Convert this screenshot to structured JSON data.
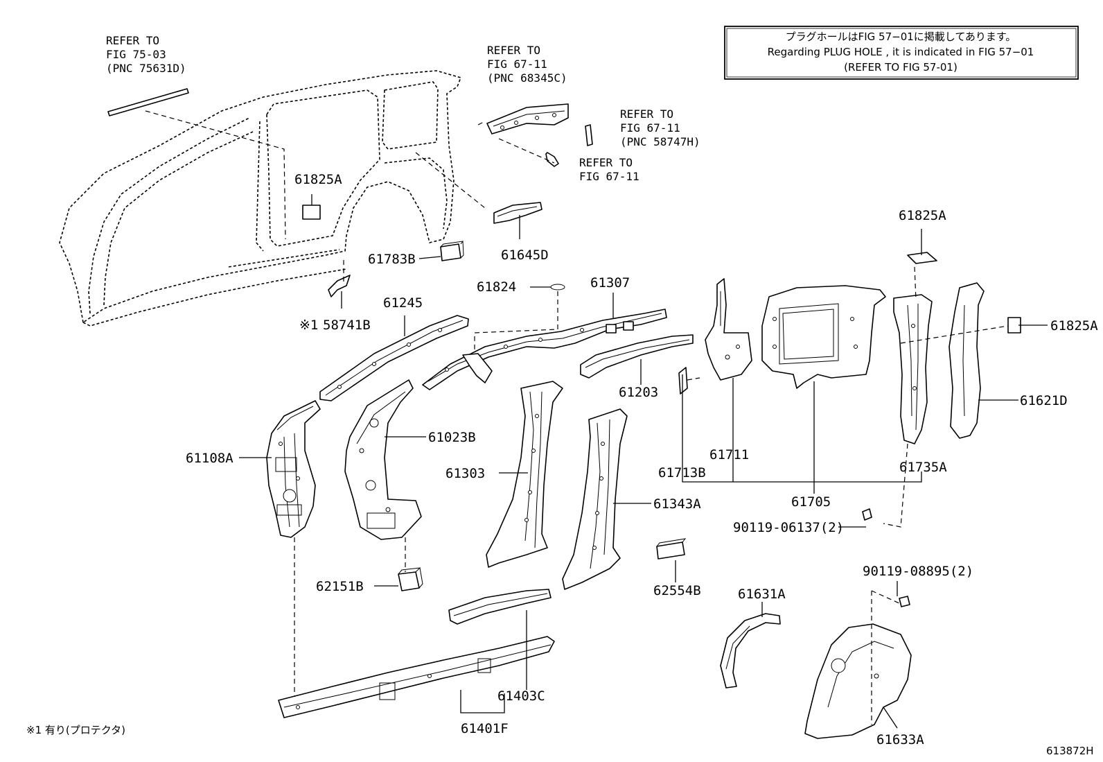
{
  "notice": {
    "line1": "プラグホールはFIG 57−01に掲載してあります。",
    "line2": "Regarding  PLUG  HOLE , it is indicated in FIG  57−01",
    "line3": "(REFER TO FIG 57-01)"
  },
  "refs": {
    "r1": [
      "REFER TO",
      "FIG 75-03",
      "(PNC 75631D)"
    ],
    "r2": [
      "REFER TO",
      "FIG 67-11",
      "(PNC 68345C)"
    ],
    "r3": [
      "REFER TO",
      "FIG 67-11",
      "(PNC 58747H)"
    ],
    "r4": [
      "REFER TO",
      "FIG 67-11"
    ]
  },
  "parts": {
    "p61825A_1": "61825A",
    "p61783B": "61783B",
    "p61645D": "61645D",
    "p58741B": "58741B",
    "p58741B_mark": "※1",
    "p61245": "61245",
    "p61824": "61824",
    "p61307": "61307",
    "p61203": "61203",
    "p61825A_2": "61825A",
    "p61825A_3": "61825A",
    "p61621D": "61621D",
    "p61108A": "61108A",
    "p61023B": "61023B",
    "p61303": "61303",
    "p61343A": "61343A",
    "p61713B": "61713B",
    "p61711": "61711",
    "p61705": "61705",
    "p61735A": "61735A",
    "p90119_06137": "90119-06137(2)",
    "p90119_08895": "90119-08895(2)",
    "p62151B": "62151B",
    "p62554B": "62554B",
    "p61631A": "61631A",
    "p61633A": "61633A",
    "p61403C": "61403C",
    "p61401F": "61401F"
  },
  "footnote": "※1 有り(プロテクタ)",
  "figure_code": "613872H"
}
